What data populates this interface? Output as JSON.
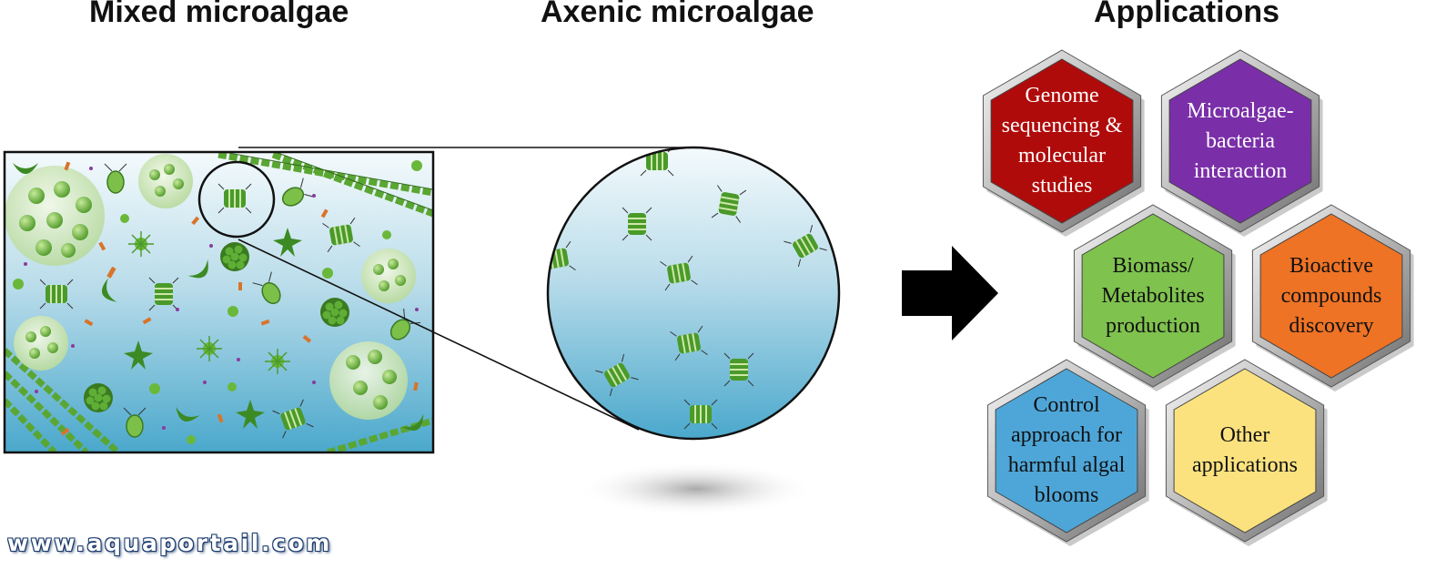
{
  "headings": {
    "mixed": "Mixed microalgae",
    "axenic": "Axenic microalgae",
    "applications": "Applications"
  },
  "applications": [
    {
      "id": "genome",
      "label": "Genome\nsequencing &\nmolecular\nstudies",
      "color": "#b00b0b",
      "text_color": "#ffffff"
    },
    {
      "id": "interaction",
      "label": "Microalgae-\nbacteria\ninteraction",
      "color": "#7a2fa8",
      "text_color": "#ffffff"
    },
    {
      "id": "biomass",
      "label": "Biomass/\nMetabolites\nproduction",
      "color": "#7fc24e",
      "text_color": "#111111"
    },
    {
      "id": "bioactive",
      "label": "Bioactive\ncompounds\ndiscovery",
      "color": "#ee7325",
      "text_color": "#111111"
    },
    {
      "id": "control",
      "label": "Control\napproach for\nharmful algal\nblooms",
      "color": "#4ea6d8",
      "text_color": "#111111"
    },
    {
      "id": "other",
      "label": "Other\napplications",
      "color": "#fbe27f",
      "text_color": "#111111"
    }
  ],
  "watermark": "www.aquaportail.com",
  "colors": {
    "water_top": "#eef6fa",
    "water_bottom": "#4aa8cc",
    "algae_green": "#4a9a2a",
    "hex_border": "#a9a9a9"
  }
}
